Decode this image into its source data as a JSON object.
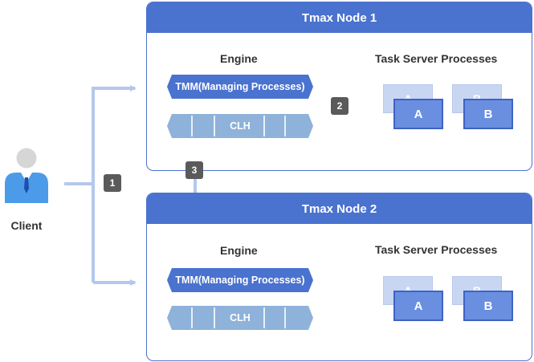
{
  "client": {
    "label": "Client"
  },
  "nodes": [
    {
      "title": "Tmax Node 1",
      "engine_label": "Engine",
      "task_label": "Task Server Processes",
      "tmm_label": "TMM(Managing Processes)",
      "clh_label": "CLH",
      "processes": [
        "A",
        "B"
      ]
    },
    {
      "title": "Tmax Node 2",
      "engine_label": "Engine",
      "task_label": "Task Server Processes",
      "tmm_label": "TMM(Managing Processes)",
      "clh_label": "CLH",
      "processes": [
        "A",
        "B"
      ]
    }
  ],
  "steps": [
    "1",
    "2",
    "3"
  ],
  "colors": {
    "node": "#4a72cf",
    "arrow": "#b4c8eb",
    "badge": "#5a5a5a",
    "clh": "#8eb2d9"
  }
}
